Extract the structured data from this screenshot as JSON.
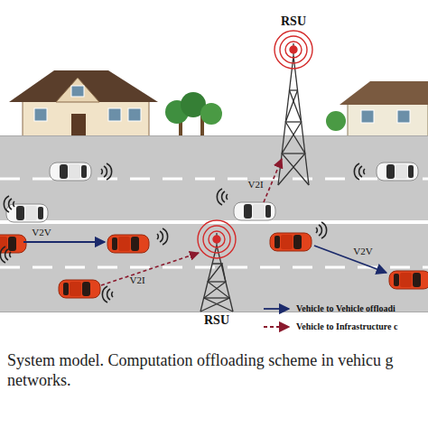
{
  "diagram": {
    "caption": "System model. Computation offloading scheme in vehicu g networks.",
    "nodes": [
      {
        "text": [
          "RSU"
        ]
      },
      {
        "text": [
          "RSU"
        ]
      }
    ],
    "labels": [
      "V2I",
      "V2V",
      "V2V",
      "V2I"
    ],
    "legend": [
      {
        "text": "Vehicle to Vehicle offloadi"
      },
      {
        "text": "Vehicle to Infrastructure c"
      }
    ]
  }
}
